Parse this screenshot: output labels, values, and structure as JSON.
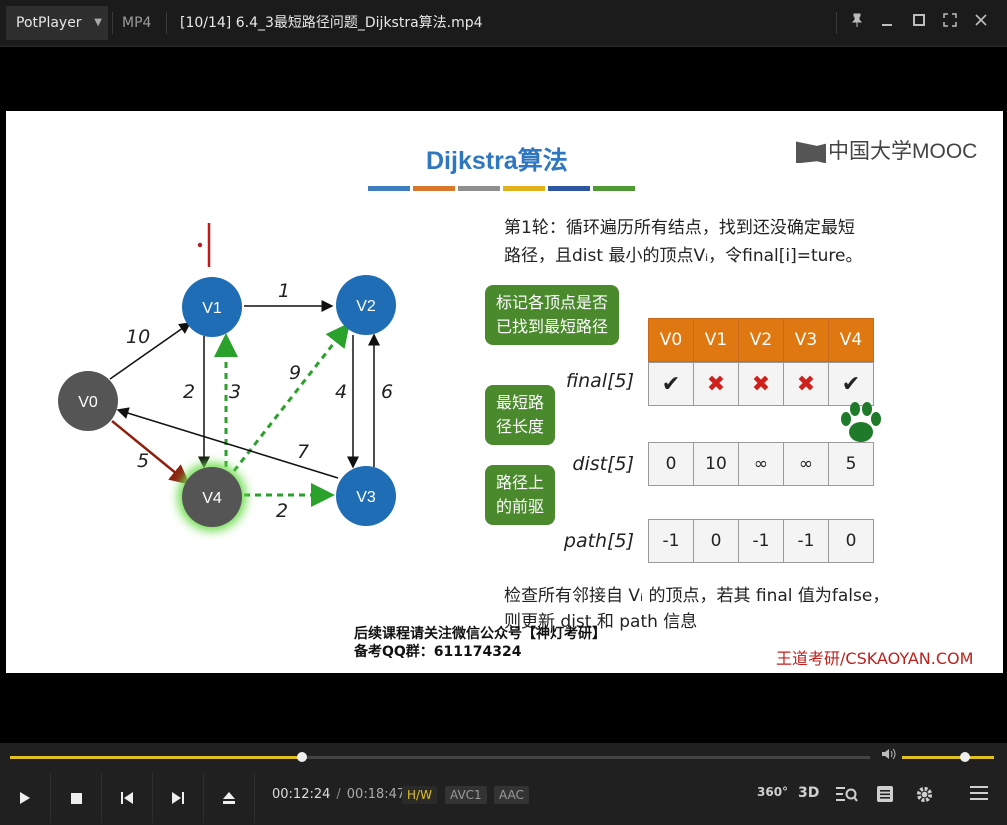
{
  "app": {
    "name": "PotPlayer",
    "format": "MP4",
    "title": "[10/14] 6.4_3最短路径问题_Dijkstra算法.mp4"
  },
  "slide": {
    "title": "Dijkstra算法",
    "brand": "中国大学MOOC",
    "colorbar": [
      "#3f7fc0",
      "#d9782a",
      "#8f8f8f",
      "#e2b21c",
      "#2f56a0",
      "#4f9a34"
    ],
    "step_line1": "第1轮：循环遍历所有结点，找到还没确定最短",
    "step_line2": "路径，且dist 最小的顶点Vᵢ，令final[i]=ture。",
    "callout_final": [
      "标记各顶点是否",
      "已找到最短路径"
    ],
    "callout_dist": [
      "最短路",
      "径长度"
    ],
    "callout_path": [
      "路径上",
      "的前驱"
    ],
    "label_final": "final[5]",
    "label_dist": "dist[5]",
    "label_path": "path[5]",
    "headers": [
      "V0",
      "V1",
      "V2",
      "V3",
      "V4"
    ],
    "final": [
      "✔",
      "✖",
      "✖",
      "✖",
      "✔"
    ],
    "dist": [
      "0",
      "10",
      "∞",
      "∞",
      "5"
    ],
    "path": [
      "-1",
      "0",
      "-1",
      "-1",
      "0"
    ],
    "note_line1": "检查所有邻接自 Vᵢ 的顶点，若其 final 值为false，",
    "note_line2": "则更新 dist 和 path 信息",
    "watermark_line1": "后续课程请关注微信公众号【神灯考研】",
    "watermark_line2": "备考QQ群：611174324",
    "credit": "王道考研/CSKAOYAN.COM",
    "graph": {
      "nodes": [
        "V0",
        "V1",
        "V2",
        "V3",
        "V4"
      ],
      "edge_weights": [
        "10",
        "1",
        "2",
        "3",
        "9",
        "4",
        "6",
        "7",
        "5",
        "2"
      ]
    }
  },
  "player": {
    "position": "00:12:24",
    "duration": "00:18:47",
    "progress": 0.34,
    "volume": 0.68,
    "tags": [
      "H/W",
      "AVC1",
      "AAC"
    ],
    "right_icons": [
      "360°",
      "3D"
    ]
  }
}
